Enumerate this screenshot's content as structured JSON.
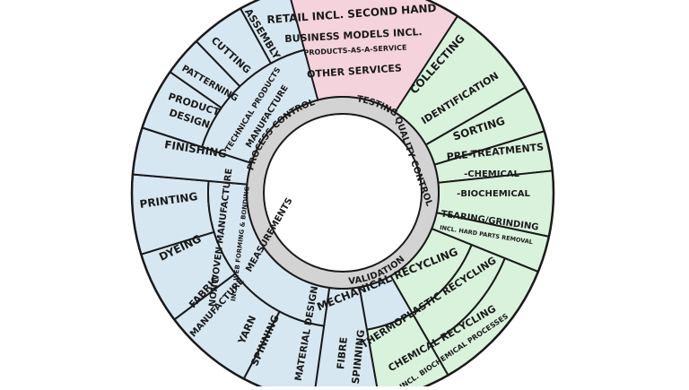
{
  "ring": {
    "title_parts": [
      "PROCESS CONTROL",
      "TESTING",
      "QUALITY CONTROL",
      "VALIDATION",
      "MEASUREMENTS"
    ],
    "fill": "#d3d3d3"
  },
  "colors": {
    "pink": "#f4d3dd",
    "green": "#d9f2dc",
    "blue": "#d7e7f2",
    "outline": "#1a1a1a"
  },
  "segments": {
    "retail": [
      "RETAIL INCL. SECOND HAND",
      "BUSINESS MODELS INCL.",
      "PRODUCTS-AS-A-SERVICE",
      "OTHER SERVICES"
    ],
    "collecting": "COLLECTING",
    "identification": "IDENTIFICATION",
    "sorting": "SORTING",
    "pretreatments": [
      "PRE-TREATMENTS",
      "-CHEMICAL",
      "-BIOCHEMICAL"
    ],
    "tearing": [
      "TEARING/GRINDING",
      "INCL. HARD PARTS REMOVAL"
    ],
    "mechanical": "MECHANICAL RECYCLING",
    "thermoplastic": "THERMOPLASTIC RECYCLING",
    "chemical": [
      "CHEMICAL RECYCLING",
      "INCL. BIOCHEMICAL PROCESSES"
    ],
    "fibre_spinning": [
      "FIBRE",
      "SPINNING"
    ],
    "material_design": "MATERIAL DESIGN",
    "yarn_spinning": [
      "YARN",
      "SPINNING"
    ],
    "fabric_manufacture": [
      "FABRIC",
      "MANUFACTURE"
    ],
    "dyeing": "DYEING",
    "printing": "PRINTING",
    "nonwoven": [
      "NONWOVEN MANUFACTURE",
      "INCL. WEB FORMING & BONDING"
    ],
    "finishing": "FINISHING",
    "product_design": [
      "PRODUCT",
      "DESIGN"
    ],
    "patterning": "PATTERNING",
    "cutting": "CUTTING",
    "assembly": "ASSEMBLY",
    "technical": [
      "TECHNICAL PRODUCTS",
      "MANUFACTURE"
    ]
  }
}
